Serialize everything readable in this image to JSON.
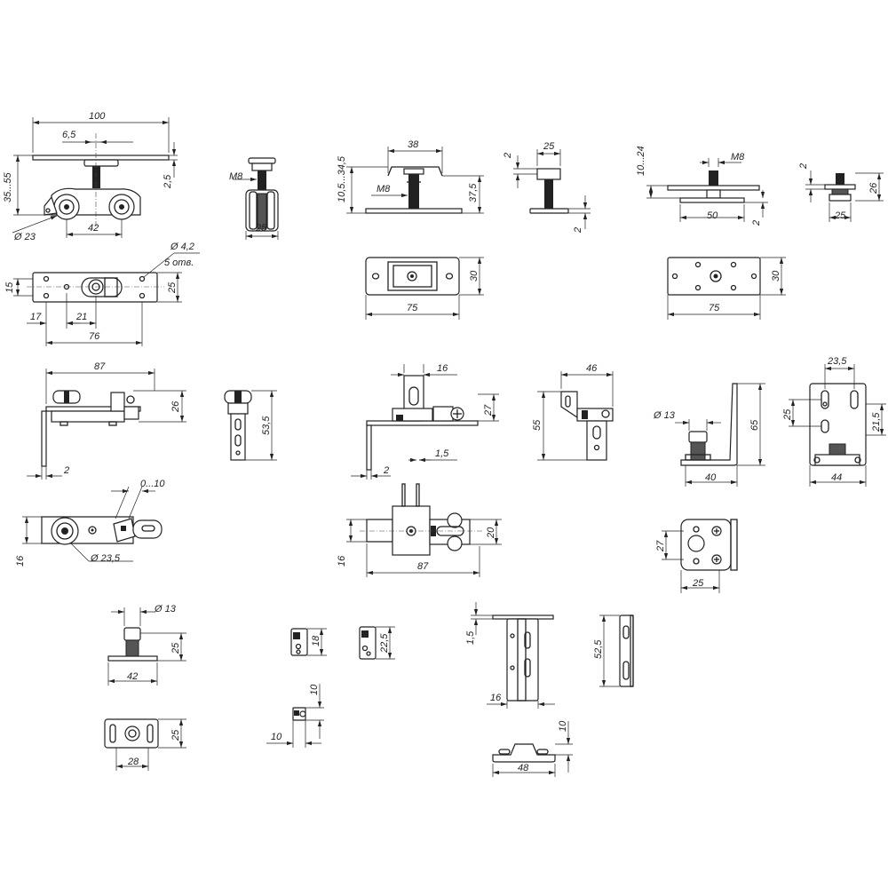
{
  "drawing": {
    "dims": {
      "d1": "100",
      "d2": "6,5",
      "d3": "2,5",
      "d4": "35...55",
      "d5": "Ø 23",
      "d6": "42",
      "d7": "M8",
      "d8": "25",
      "d9": "10,5...34,5",
      "d10": "38",
      "d11": "M8",
      "d12": "37,5",
      "d13": "2",
      "d14": "25",
      "d15": "2",
      "d16": "10...24",
      "d17": "M8",
      "d18": "50",
      "d19": "2",
      "d20": "2",
      "d21": "26",
      "d22": "25",
      "d23": "Ø 4,2",
      "d24": "5 отв.",
      "d25": "15",
      "d26": "25",
      "d27": "17",
      "d28": "21",
      "d29": "76",
      "d30": "30",
      "d31": "75",
      "d32": "30",
      "d33": "75",
      "d34": "87",
      "d35": "26",
      "d36": "2",
      "d37": "53,5",
      "d38": "16",
      "d39": "27",
      "d40": "2",
      "d41": "46",
      "d42": "55",
      "d43": "Ø 13",
      "d44": "65",
      "d45": "40",
      "d46": "23,5",
      "d47": "25",
      "d48": "21,5",
      "d49": "44",
      "d50": "0...10",
      "d51": "16",
      "d52": "Ø 23,5",
      "d53": "1,5",
      "d54": "20",
      "d55": "16",
      "d56": "87",
      "d57": "27",
      "d58": "25",
      "d59": "Ø 13",
      "d60": "25",
      "d61": "42",
      "d62": "18",
      "d63": "22,5",
      "d64": "1,5",
      "d65": "16",
      "d66": "52,5",
      "d67": "25",
      "d68": "28",
      "d69": "10",
      "d70": "10",
      "d71": "10",
      "d72": "48"
    }
  }
}
